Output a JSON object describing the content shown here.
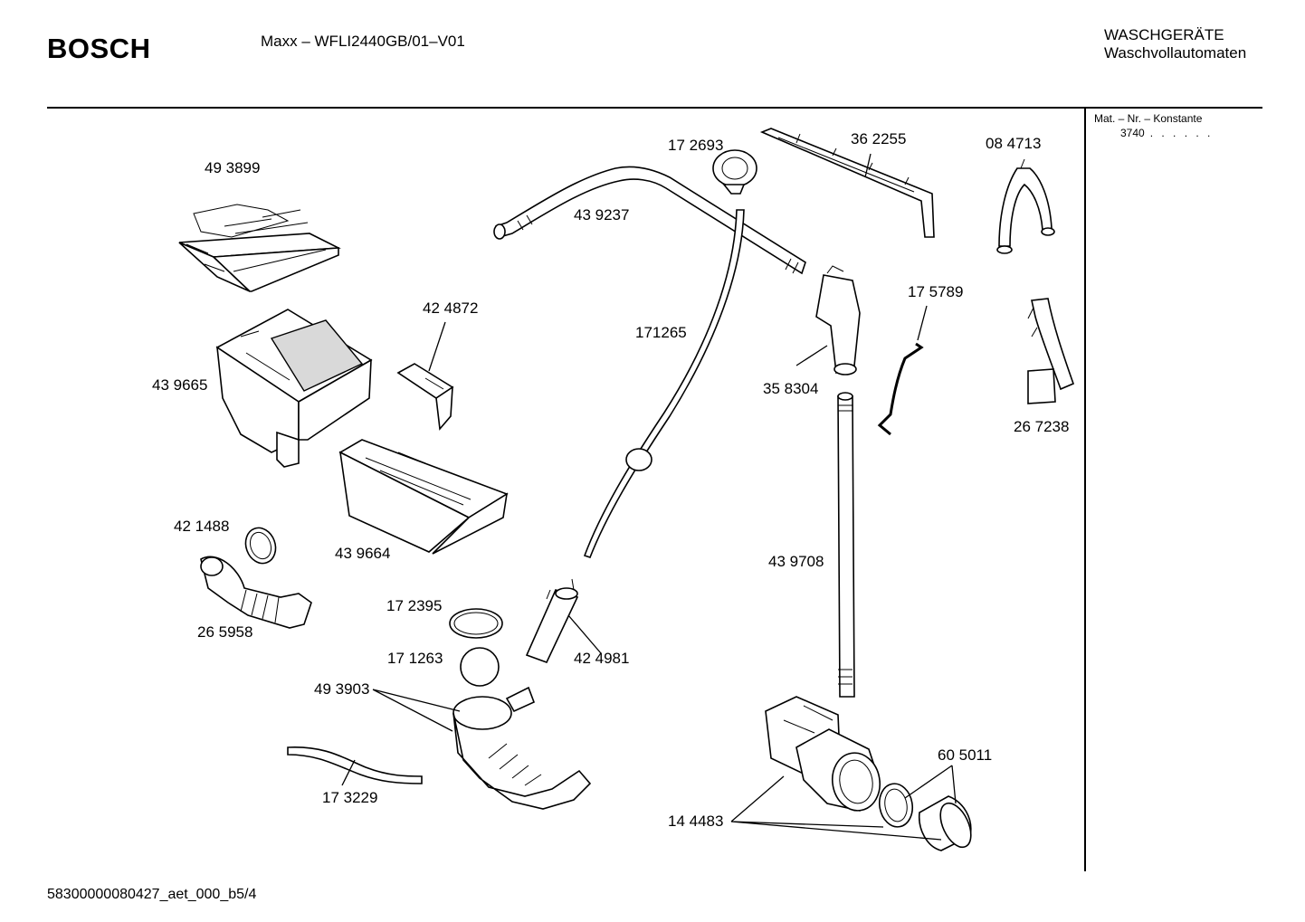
{
  "header": {
    "brand": "BOSCH",
    "model": "Maxx – WFLI2440GB/01–V01",
    "category_line1": "WASCHGERÄTE",
    "category_line2": "Waschvollautomaten"
  },
  "side_panel": {
    "label": "Mat. – Nr. – Konstante",
    "value": "3740",
    "dots": ". . . . . ."
  },
  "footer": {
    "doc_id": "58300000080427_aet_000_b5/4"
  },
  "parts": [
    {
      "id": "p493899",
      "label": "49 3899"
    },
    {
      "id": "p424872",
      "label": "42 4872"
    },
    {
      "id": "p439665",
      "label": "43 9665"
    },
    {
      "id": "p439664",
      "label": "43 9664"
    },
    {
      "id": "p421488",
      "label": "42 1488"
    },
    {
      "id": "p265958",
      "label": "26 5958"
    },
    {
      "id": "p172395",
      "label": "17 2395"
    },
    {
      "id": "p171263",
      "label": "17 1263"
    },
    {
      "id": "p493903",
      "label": "49 3903"
    },
    {
      "id": "p173229",
      "label": "17 3229"
    },
    {
      "id": "p172693",
      "label": "17 2693"
    },
    {
      "id": "p439237",
      "label": "43 9237"
    },
    {
      "id": "p171265",
      "label": "171265"
    },
    {
      "id": "p424981",
      "label": "42 4981"
    },
    {
      "id": "p362255",
      "label": "36 2255"
    },
    {
      "id": "p084713",
      "label": "08 4713"
    },
    {
      "id": "p175789",
      "label": "17 5789"
    },
    {
      "id": "p358304",
      "label": "35 8304"
    },
    {
      "id": "p267238",
      "label": "26 7238"
    },
    {
      "id": "p439708",
      "label": "43 9708"
    },
    {
      "id": "p605011",
      "label": "60 5011"
    },
    {
      "id": "p144483",
      "label": "14 4483"
    }
  ]
}
